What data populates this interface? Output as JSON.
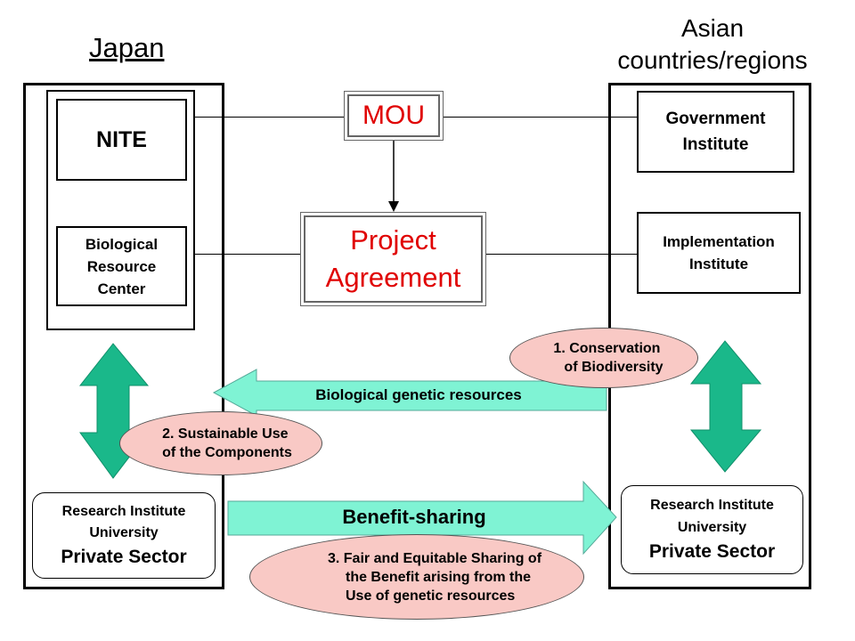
{
  "japan": {
    "title": "Japan",
    "nite": "NITE",
    "brc": [
      "Biological",
      "Resource",
      "Center"
    ],
    "research": [
      "Research Institute",
      "University",
      "Private Sector"
    ]
  },
  "asia": {
    "title_lines": [
      "Asian",
      "countries/regions"
    ],
    "government": [
      "Government",
      "Institute"
    ],
    "implementation": [
      "Implementation",
      "Institute"
    ],
    "research": [
      "Research Institute",
      "University",
      "Private Sector"
    ]
  },
  "center": {
    "mou": "MOU",
    "project_agreement": [
      "Project",
      "Agreement"
    ]
  },
  "flows": {
    "genetic_resources": "Biological genetic resources",
    "benefit_sharing": "Benefit-sharing"
  },
  "objectives": {
    "conservation": [
      "1. Conservation",
      "of Biodiversity"
    ],
    "sustainable_use": [
      "2. Sustainable Use",
      "of the Components"
    ],
    "fair_sharing": [
      "3. Fair and Equitable Sharing of",
      "the Benefit arising from the",
      "Use of genetic resources"
    ]
  },
  "colors": {
    "mint_arrow": "#7ff3d4",
    "teal_arrow": "#1ab88a",
    "pink_ellipse": "#f9c9c5",
    "agreement_text": "#e00000"
  }
}
